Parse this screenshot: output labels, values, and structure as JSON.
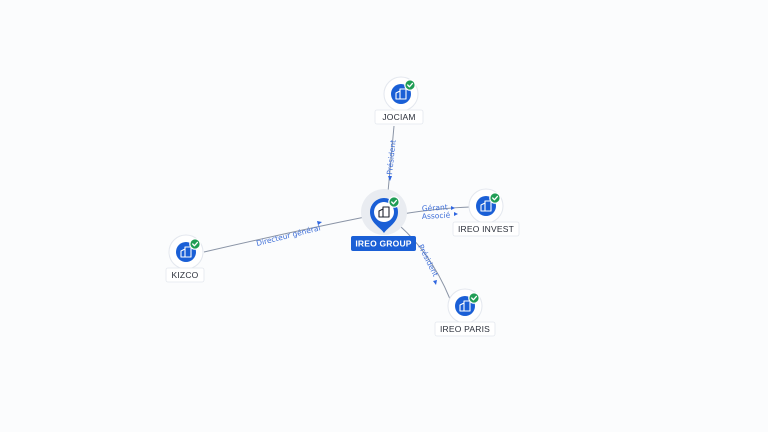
{
  "graph": {
    "center": {
      "id": "ireo-group",
      "label": "IREO GROUP",
      "icon": "building-icon",
      "status": "verified-check-icon"
    },
    "nodes": [
      {
        "id": "jociam",
        "label": "JOCIAM",
        "icon": "building-icon",
        "status": "verified-check-icon"
      },
      {
        "id": "ireo-invest",
        "label": "IREO INVEST",
        "icon": "building-icon",
        "status": "verified-check-icon"
      },
      {
        "id": "ireo-paris",
        "label": "IREO PARIS",
        "icon": "building-icon",
        "status": "verified-check-icon"
      },
      {
        "id": "kizco",
        "label": "KIZCO",
        "icon": "building-icon",
        "status": "verified-check-icon"
      }
    ],
    "edges": [
      {
        "from": "jociam",
        "to": "ireo-group",
        "label": "Président"
      },
      {
        "from": "ireo-group",
        "to": "ireo-invest",
        "label": "Gérant"
      },
      {
        "from": "ireo-group",
        "to": "ireo-invest",
        "label": "Associé"
      },
      {
        "from": "ireo-group",
        "to": "ireo-paris",
        "label": "Président"
      },
      {
        "from": "kizco",
        "to": "ireo-group",
        "label": "Directeur général"
      }
    ]
  },
  "colors": {
    "node": "#1a5fd6",
    "verified": "#1f9d55",
    "edge": "#8a94a6",
    "edge_label": "#3f6fd8"
  }
}
